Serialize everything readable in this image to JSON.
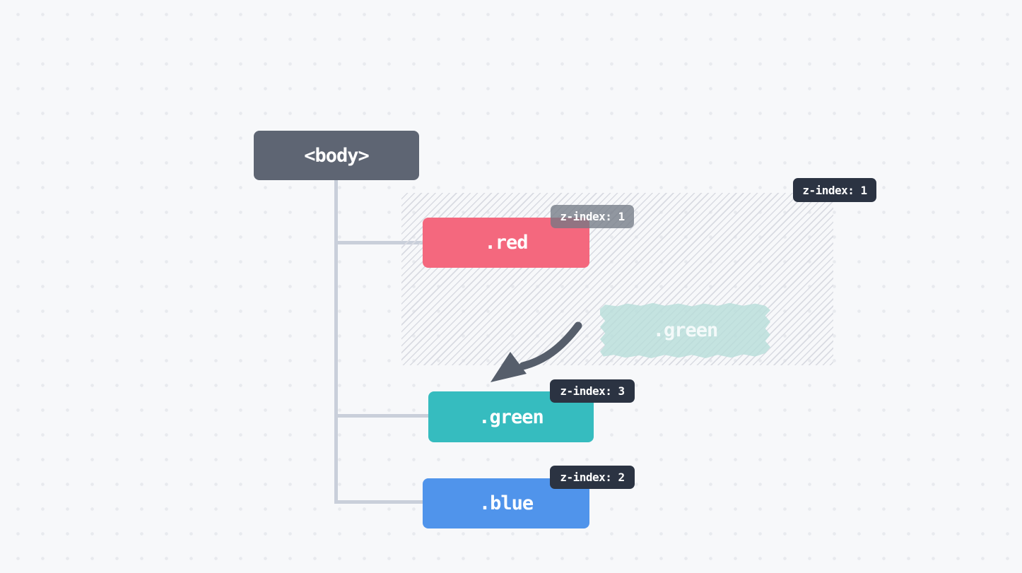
{
  "diagram": {
    "description": "DOM tree diagram illustrating CSS stacking contexts and z-index",
    "nodes": {
      "body": {
        "label": "<body>"
      },
      "red": {
        "label": ".red",
        "badge": "z-index: 1"
      },
      "green": {
        "label": ".green",
        "badge": "z-index: 3"
      },
      "blue": {
        "label": ".blue",
        "badge": "z-index: 2"
      }
    },
    "stacking_context": {
      "badge": "z-index: 1",
      "ghost": {
        "label": ".green"
      }
    },
    "colors": {
      "background": "#f7f8fa",
      "dot_grid": "#e8eaee",
      "body_node": "#5e6573",
      "red_node": "#f4687e",
      "green_node": "#36bcbf",
      "blue_node": "#5094eb",
      "badge_dark": "#2b3342",
      "badge_gray": "#717884",
      "connector": "#c9cfda",
      "hatch_line": "#d9dbe2",
      "ghost_green": "#b7ddd9",
      "arrow": "#565e6b"
    }
  }
}
